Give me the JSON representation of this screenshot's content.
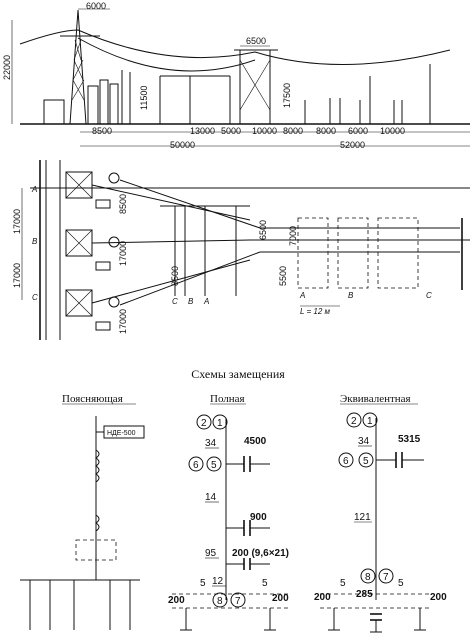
{
  "elevation": {
    "dims_top": [
      "6000",
      "6500"
    ],
    "heights": [
      "22000",
      "11500",
      "17500"
    ],
    "row1": [
      "8500",
      "13000",
      "5000",
      "10000",
      "8000",
      "8000",
      "6000",
      "10000"
    ],
    "row2": [
      "50000",
      "52000"
    ]
  },
  "plan": {
    "left_vert": [
      "17000",
      "17000"
    ],
    "inner_vert": [
      "8500",
      "17000",
      "17000",
      "8500",
      "6500",
      "5500",
      "7000"
    ],
    "phase_rows": [
      "A",
      "B",
      "C"
    ],
    "phase_cols": [
      "C",
      "B",
      "A"
    ],
    "phase_labels": [
      "A",
      "B",
      "C"
    ],
    "span_note": "L = 12 м"
  },
  "section_title": "Схемы замещения",
  "explanatory": {
    "title": "Поясняющая",
    "box_label": "НДЕ-500"
  },
  "full": {
    "title": "Полная",
    "nodes": [
      "2",
      "1",
      "6",
      "5",
      "8",
      "7"
    ],
    "values": [
      "34",
      "4500",
      "14",
      "900",
      "95",
      "200 (9,6×21)",
      "12",
      "5",
      "5",
      "200",
      "200"
    ]
  },
  "equivalent": {
    "title": "Эквивалентная",
    "nodes": [
      "2",
      "1",
      "6",
      "5",
      "8",
      "7"
    ],
    "values": [
      "34",
      "5315",
      "121",
      "5",
      "5",
      "285",
      "200",
      "200"
    ]
  }
}
